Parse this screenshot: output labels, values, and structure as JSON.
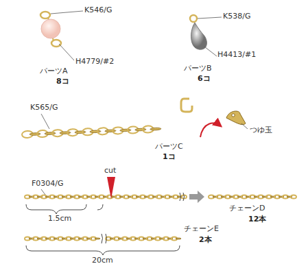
{
  "diagram": {
    "labels": [
      "K546/G",
      "H4779/#2",
      "パーツA",
      "8コ",
      "K538/G",
      "H4413/#1",
      "パーツB",
      "6コ",
      "K565/G",
      "パーツC",
      "1コ",
      "つゆ玉",
      "F0304/G",
      "cut",
      "1.5cm",
      "チェーンD",
      "12本",
      "20cm",
      "チェーンE",
      "2本"
    ]
  }
}
